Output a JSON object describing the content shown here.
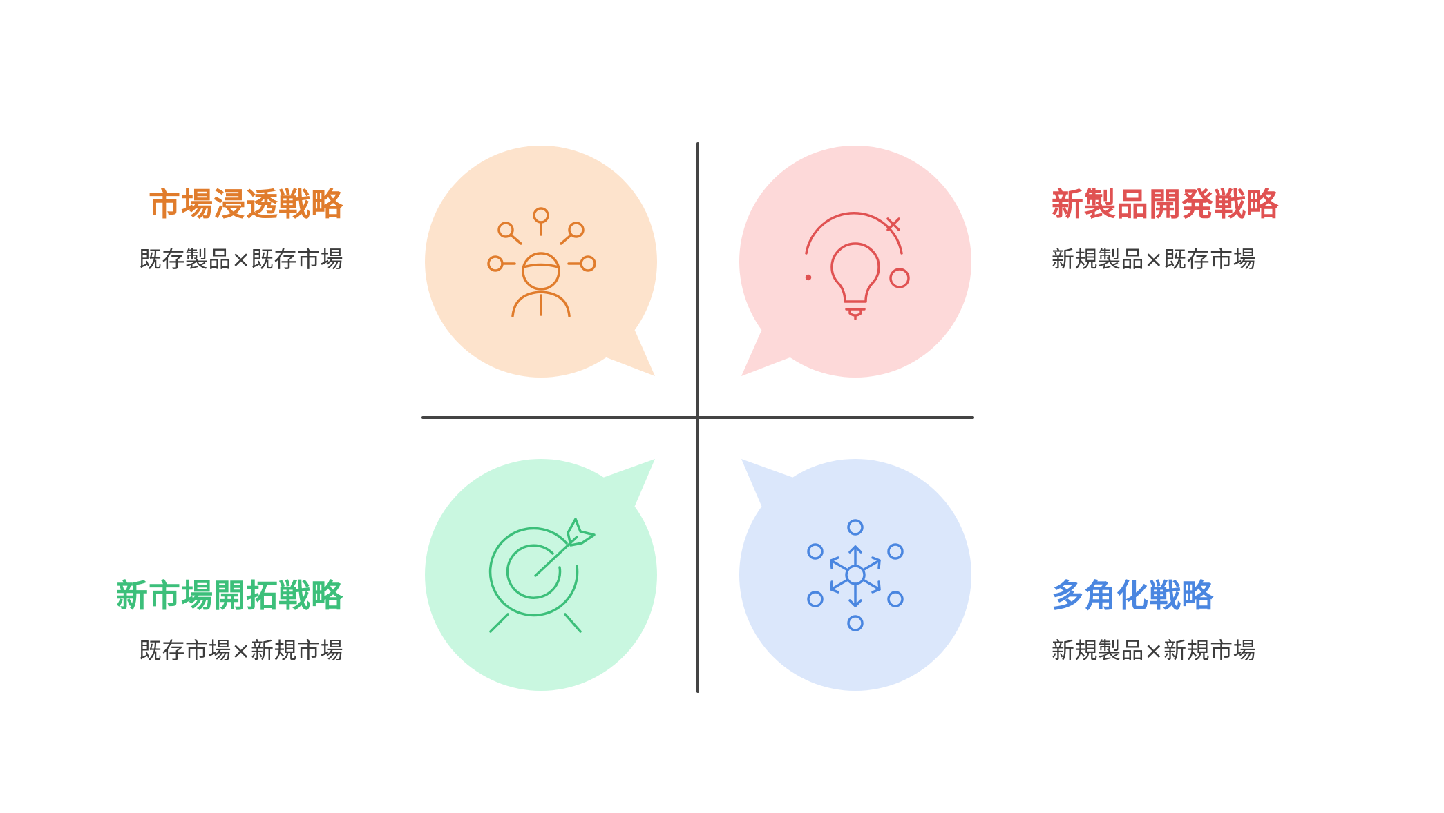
{
  "quadrants": {
    "top_left": {
      "title": "市場浸透戦略",
      "subtitle": "既存製品×既存市場",
      "color": "#e07c2c",
      "bubble": "#fde3cc",
      "icon": "person-network-icon"
    },
    "top_right": {
      "title": "新製品開発戦略",
      "subtitle": "新規製品×既存市場",
      "color": "#e05252",
      "bubble": "#fdd9d9",
      "icon": "lightbulb-idea-icon"
    },
    "bottom_left": {
      "title": "新市場開拓戦略",
      "subtitle": "既存市場×新規市場",
      "color": "#3cbf7a",
      "bubble": "#c9f7e0",
      "icon": "target-arrow-icon"
    },
    "bottom_right": {
      "title": "多角化戦略",
      "subtitle": "新規製品×新規市場",
      "color": "#4a86e0",
      "bubble": "#dbe7fb",
      "icon": "diversify-network-icon"
    }
  },
  "axis_color": "#444444"
}
